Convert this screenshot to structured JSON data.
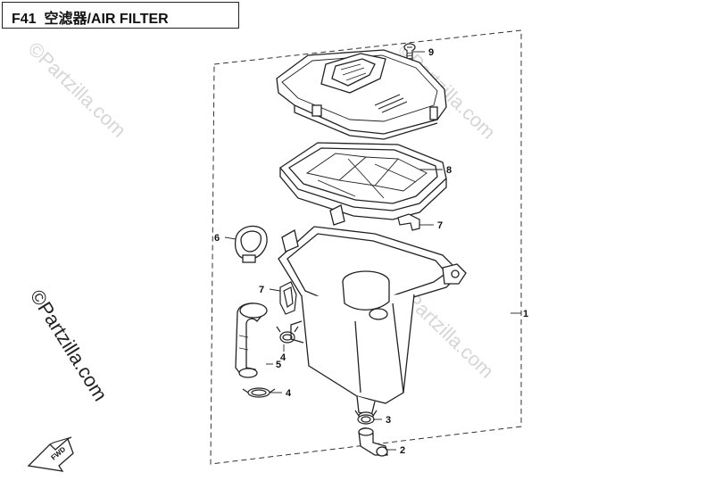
{
  "diagram": {
    "code": "F41",
    "title": "空滤器/AIR FILTER"
  },
  "watermarks": {
    "top": "©Partzilla.com",
    "side": "©Partzilla.com",
    "lower": "©Partzilla.com"
  },
  "callouts": {
    "p1": "1",
    "p2": "2",
    "p3": "3",
    "p4a": "4",
    "p4b": "4",
    "p5": "5",
    "p6": "6",
    "p7a": "7",
    "p7b": "7",
    "p8": "8",
    "p9": "9"
  },
  "fwd_label": "FWD"
}
